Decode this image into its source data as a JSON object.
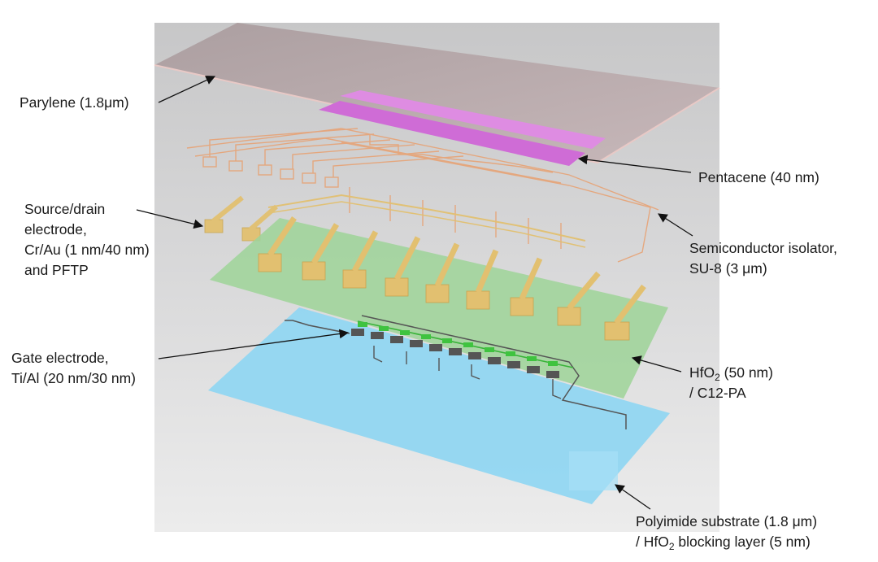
{
  "labels": {
    "parylene": "Parylene (1.8μm)",
    "pentacene": "Pentacene (40 nm)",
    "source_drain": {
      "line1": "Source/drain",
      "line2": "electrode,",
      "line3": "Cr/Au (1 nm/40 nm)",
      "line4": "and PFTP"
    },
    "semiconductor_isolator": {
      "line1": "Semiconductor isolator,",
      "line2": "SU-8 (3 μm)"
    },
    "gate_electrode": {
      "line1": "Gate electrode,",
      "line2": "Ti/Al (20 nm/30 nm)"
    },
    "hfo2": {
      "line1_pre": "HfO",
      "line1_sub": "2",
      "line1_post": " (50 nm)",
      "line2": "/ C12-PA"
    },
    "polyimide": {
      "line1": "Polyimide substrate (1.8 μm)",
      "line2_pre": "/ HfO",
      "line2_sub": "2",
      "line2_post": " blocking layer (5 nm)"
    }
  },
  "colors": {
    "parylene": "#b8a7a9",
    "pentacene": "#d070d8",
    "su8": "#e8a070",
    "gold": "#e2c070",
    "hfo2": "#9fd49a",
    "polyimide": "#8fd6f2",
    "gate_dark": "#555555",
    "gate_green": "#3fc33f"
  }
}
